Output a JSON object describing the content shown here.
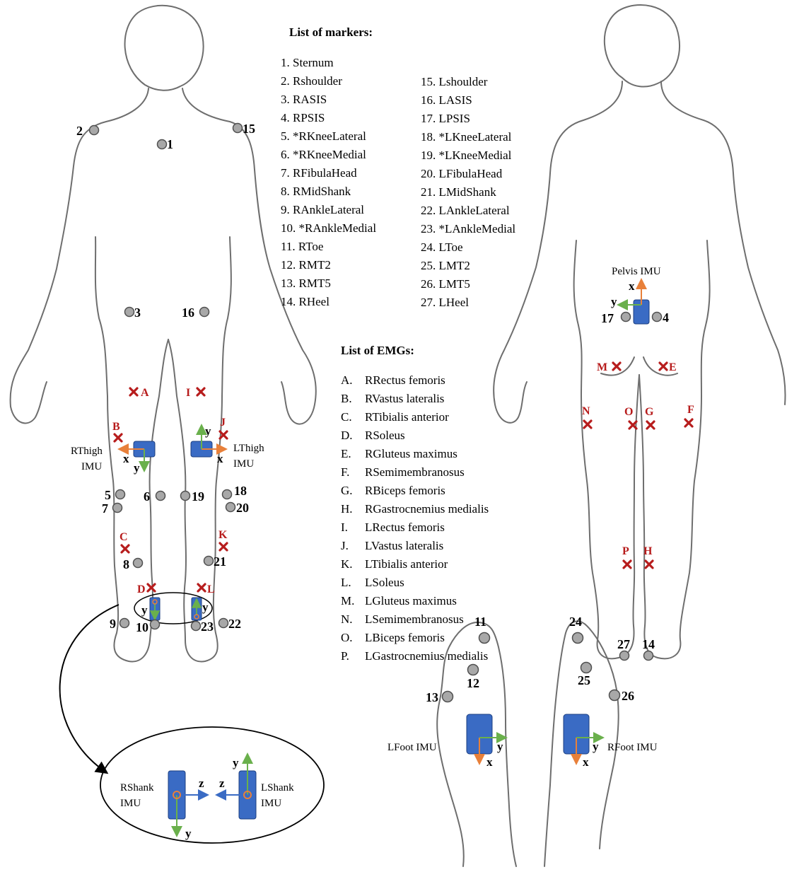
{
  "markers": {
    "title": "List of markers:",
    "col1": [
      "1. Sternum",
      "2. Rshoulder",
      "3. RASIS",
      "4. RPSIS",
      "5. *RKneeLateral",
      "6. *RKneeMedial",
      "7. RFibulaHead",
      "8. RMidShank",
      "9. RAnkleLateral",
      "10. *RAnkleMedial",
      "11. RToe",
      "12. RMT2",
      "13. RMT5",
      "14. RHeel"
    ],
    "col2": [
      "15. Lshoulder",
      "16. LASIS",
      "17. LPSIS",
      "18. *LKneeLateral",
      "19. *LKneeMedial",
      "20. LFibulaHead",
      "21. LMidShank",
      "22. LAnkleLateral",
      "23. *LAnkleMedial",
      "24. LToe",
      "25. LMT2",
      "26. LMT5",
      "27. LHeel"
    ]
  },
  "emgs": {
    "title": "List of EMGs:",
    "letters": [
      "A.",
      "B.",
      "C.",
      "D.",
      "E.",
      "F.",
      "G.",
      "H.",
      "I.",
      "J.",
      "K.",
      "L.",
      "M.",
      "N.",
      "O.",
      "P."
    ],
    "names": [
      "RRectus femoris",
      "RVastus lateralis",
      "RTibialis anterior",
      "RSoleus",
      "RGluteus maximus",
      "RSemimembranosus",
      "RBiceps femoris",
      "RGastrocnemius medialis",
      "LRectus femoris",
      "LVastus lateralis",
      "LTibialis anterior",
      "LSoleus",
      "LGluteus maximus",
      "LSemimembranosus",
      "LBiceps femoris",
      "LGastrocnemius medialis"
    ]
  },
  "marker_numbers": [
    "1",
    "2",
    "3",
    "4",
    "5",
    "6",
    "7",
    "8",
    "9",
    "10",
    "11",
    "12",
    "13",
    "14",
    "15",
    "16",
    "17",
    "18",
    "19",
    "20",
    "21",
    "22",
    "23",
    "24",
    "25",
    "26",
    "27"
  ],
  "emg_letters": [
    "A",
    "B",
    "C",
    "D",
    "E",
    "F",
    "G",
    "H",
    "I",
    "J",
    "K",
    "L",
    "M",
    "N",
    "O",
    "P"
  ],
  "imu_labels": {
    "pelvis": "Pelvis IMU",
    "rthigh_1": "RThigh",
    "rthigh_2": "IMU",
    "lthigh_1": "LThigh",
    "lthigh_2": "IMU",
    "rshank_1": "RShank",
    "rshank_2": "IMU",
    "lshank_1": "LShank",
    "lshank_2": "IMU",
    "lfoot": "LFoot IMU",
    "rfoot": "RFoot IMU"
  },
  "axes": {
    "x": "x",
    "y": "y",
    "z": "z"
  },
  "colors": {
    "marker": "#a8a8a8",
    "emg": "#b71c1c",
    "imu": "#3a6bc4",
    "x_axis": "#e8803a",
    "y_axis": "#6ab04c",
    "z_axis": "#3a6bc4"
  }
}
